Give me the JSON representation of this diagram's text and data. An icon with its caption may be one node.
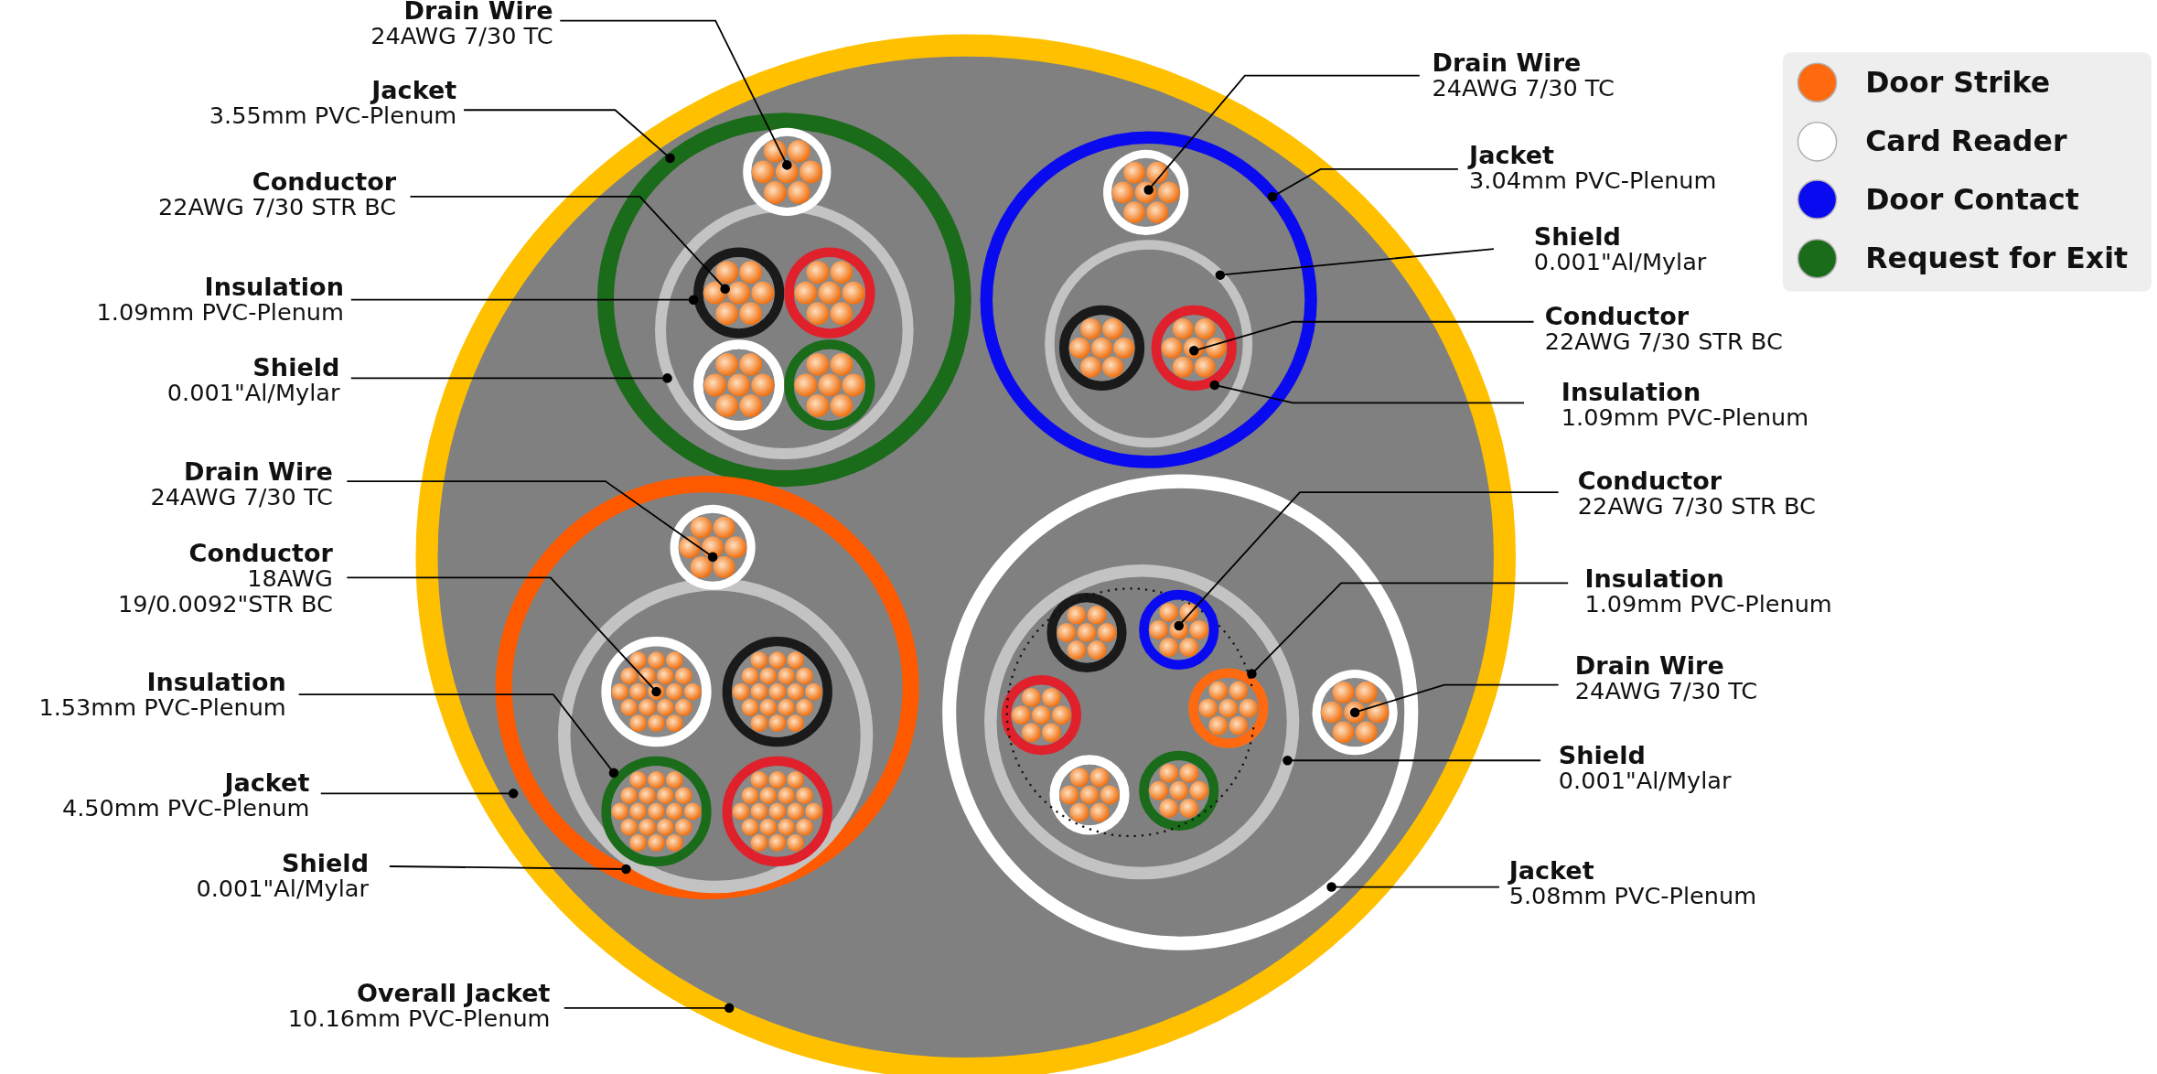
{
  "diagram": {
    "nodes": [
      {
        "text": [
          "Drain Wire",
          "24AWG 7/30 TC"
        ]
      },
      {
        "text": [],
        "shape": "circle",
        "in": 3
      },
      {
        "text": [
          "Jacket",
          "3.55mm PVC-Plenum"
        ]
      },
      {
        "text": [],
        "shape": "circle",
        "in": 21
      },
      {
        "text": [
          "Conductor",
          "22AWG 7/30 STR BC"
        ]
      },
      {
        "text": [],
        "shape": "circle",
        "in": 7
      },
      {
        "text": [
          "Insulation",
          "1.09mm PVC-Plenum"
        ]
      },
      {
        "text": [],
        "shape": "circle",
        "in": 9
      },
      {
        "text": [
          "Shield",
          "0.001\"Al/Mylar"
        ]
      },
      {
        "text": [],
        "shape": "circle",
        "in": 3
      },
      {
        "text": [
          "Drain Wire",
          "24AWG 7/30 TC"
        ]
      },
      {
        "text": [],
        "shape": "circle",
        "in": 17
      },
      {
        "text": [
          "Conductor",
          "18AWG 19/0.0092\"STR BC"
        ]
      },
      {
        "text": [],
        "shape": "circle",
        "in": 19
      },
      {
        "text": [
          "Insulation",
          "1.53mm PVC-Plenum"
        ]
      },
      {
        "text": [],
        "shape": "circle",
        "in": 19
      },
      {
        "text": [
          "Jacket",
          "4.50mm PVC-Plenum"
        ]
      },
      {
        "text": [],
        "shape": "circle",
        "in": 21
      },
      {
        "text": [
          "Shield",
          "0.001\"Al/Mylar"
        ]
      },
      {
        "text": [],
        "shape": "circle",
        "in": 17
      },
      {
        "text": [
          "Overall Jacket",
          "10.16mm PVC-Plenum"
        ]
      },
      {
        "text": [],
        "shape": "circle"
      },
      {
        "text": [
          "Drain Wire",
          "24AWG 7/30 TC"
        ]
      },
      {
        "text": [],
        "shape": "circle",
        "in": 25
      },
      {
        "text": [
          "Jacket",
          "3.04mm PVC-Plenum"
        ]
      },
      {
        "text": [],
        "shape": "circle",
        "in": 21
      },
      {
        "text": [
          "Shield",
          "0.001\"Al/Mylar"
        ]
      },
      {
        "text": [],
        "shape": "circle",
        "in": 25
      },
      {
        "text": [
          "Conductor",
          "22AWG 7/30 STR BC"
        ]
      },
      {
        "text": [],
        "shape": "circle",
        "in": 31
      },
      {
        "text": [
          "Insulation",
          "1.09mm PVC-Plenum"
        ]
      },
      {
        "text": [],
        "shape": "circle",
        "in": 27
      },
      {
        "text": [
          "Conductor",
          "22AWG 7/30 STR BC"
        ]
      },
      {
        "text": [],
        "shape": "circle",
        "in": 39
      },
      {
        "text": [
          "Insulation",
          "1.09mm PVC-Plenum"
        ]
      },
      {
        "text": [],
        "shape": "circle",
        "in": 39
      },
      {
        "text": [
          "Drain Wire",
          "24AWG 7/30 TC"
        ]
      },
      {
        "text": [],
        "shape": "circle",
        "in": 41
      },
      {
        "text": [
          "Shield",
          "0.001\"Al/Mylar"
        ]
      },
      {
        "text": [],
        "shape": "circle",
        "in": 41
      },
      {
        "text": [
          "Jacket",
          "5.08mm PVC-Plenum"
        ]
      },
      {
        "text": [],
        "shape": "circle",
        "in": 21
      },
      {
        "text": [],
        "shape": "circle",
        "in": 9
      },
      {
        "text": [],
        "shape": "circle",
        "in": 9
      },
      {
        "text": [],
        "shape": "circle",
        "in": 9
      },
      {
        "text": [],
        "shape": "circle",
        "in": 27
      },
      {
        "text": [],
        "shape": "circle",
        "in": 19
      },
      {
        "text": [],
        "shape": "circle",
        "in": 19
      },
      {
        "text": [],
        "shape": "circle",
        "in": 39
      },
      {
        "text": [],
        "shape": "circle",
        "in": 39
      },
      {
        "text": [],
        "shape": "circle",
        "in": 39
      },
      {
        "text": [],
        "shape": "circle",
        "in": 39
      }
    ],
    "edges": [
      {
        "from": 0,
        "to": 1,
        "arrow": "other"
      },
      {
        "from": 2,
        "to": 3,
        "arrow": "other"
      },
      {
        "from": 4,
        "to": 5,
        "arrow": "other"
      },
      {
        "from": 6,
        "to": 7,
        "arrow": "other"
      },
      {
        "from": 8,
        "to": 9,
        "arrow": "other"
      },
      {
        "from": 10,
        "to": 11,
        "arrow": "other"
      },
      {
        "from": 12,
        "to": 13,
        "arrow": "other"
      },
      {
        "from": 14,
        "to": 15,
        "arrow": "other"
      },
      {
        "from": 16,
        "to": 17,
        "arrow": "other"
      },
      {
        "from": 18,
        "to": 19,
        "arrow": "other"
      },
      {
        "from": 20,
        "to": 21,
        "arrow": "other"
      },
      {
        "from": 22,
        "to": 23,
        "arrow": "other"
      },
      {
        "from": 24,
        "to": 25,
        "arrow": "other"
      },
      {
        "from": 26,
        "to": 27,
        "arrow": "other"
      },
      {
        "from": 28,
        "to": 29,
        "arrow": "other"
      },
      {
        "from": 30,
        "to": 31,
        "arrow": "other"
      },
      {
        "from": 32,
        "to": 33,
        "arrow": "other"
      },
      {
        "from": 34,
        "to": 35,
        "arrow": "other"
      },
      {
        "from": 36,
        "to": 37,
        "arrow": "other"
      },
      {
        "from": 38,
        "to": 39,
        "arrow": "other"
      },
      {
        "from": 40,
        "to": 41,
        "arrow": "other"
      }
    ],
    "legend": [
      {
        "text": "Door Strike",
        "color": "#ff6a10"
      },
      {
        "text": "Card Reader",
        "color": "#ffffff"
      },
      {
        "text": "Door Contact",
        "color": "#0a0af0"
      },
      {
        "text": "Request for Exit",
        "color": "#1a6b1a"
      }
    ]
  }
}
